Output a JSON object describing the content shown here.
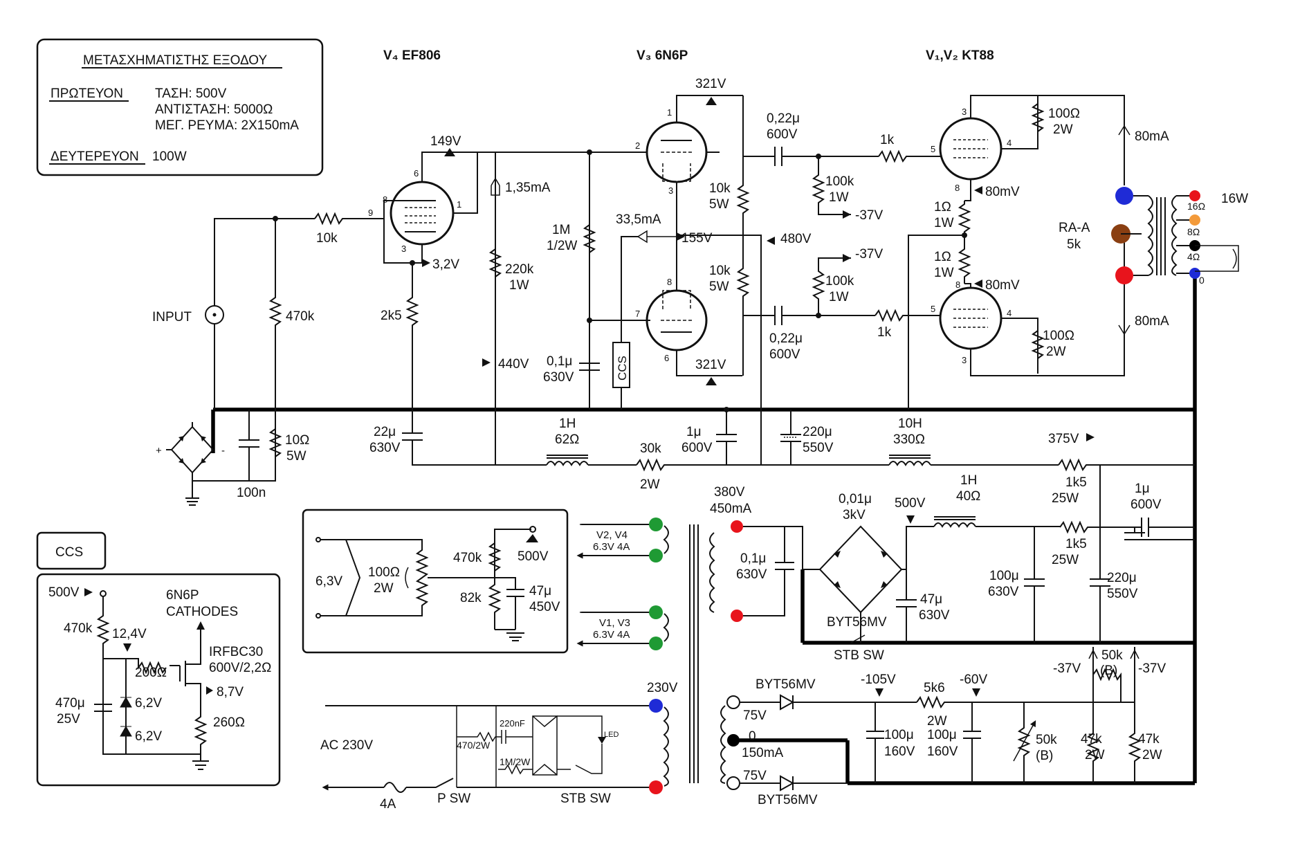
{
  "colors": {
    "blue": "#1f2bd6",
    "red": "#e8141c",
    "brown": "#8a3f12",
    "orange": "#f39a3a",
    "green": "#1f9a34",
    "black": "#000000"
  },
  "info_box": {
    "title": "ΜΕΤΑΣΧΗΜΑΤΙΣΤΗΣ ΕΞΟΔΟΥ",
    "primary_label": "ΠΡΩΤΕΥΟΝ",
    "voltage": "ΤΑΣΗ: 500V",
    "resistance": "ΑΝΤΙΣΤΑΣΗ: 5000Ω",
    "max_current": "ΜΕΓ. ΡΕΥΜΑ: 2Χ150mA",
    "secondary_label": "ΔΕΥΤΕΡΕΥΟΝ",
    "secondary_value": "100W"
  },
  "tubes": {
    "v4": {
      "label": "V₄  EF806"
    },
    "v3": {
      "label": "V₃  6N6P"
    },
    "v12": {
      "label": "V₁,V₂  KT88"
    }
  },
  "input": {
    "label": "INPUT",
    "r10k": "10k",
    "r470k": "470k",
    "r2k5": "2k5",
    "v149": "149V",
    "v32": "3,2V",
    "r10": "10Ω",
    "r10w": "5W",
    "c100n": "100n",
    "c22": "22μ",
    "c22v": "630V"
  },
  "driver": {
    "i135": "1,35mA",
    "r220k": "220k",
    "r220kw": "1W",
    "v440": "440V",
    "r1m": "1M",
    "r1mw": "1/2W",
    "c01": "0,1μ",
    "c01v": "630V",
    "v321t": "321V",
    "v321b": "321V",
    "i335": "33,5mA",
    "v155": "155V",
    "ccs": "CCS",
    "r10ka": "10k",
    "r10kaw": "5W",
    "r10kb": "10k",
    "r10kbw": "5W",
    "v480": "480V"
  },
  "coupling": {
    "c022a": "0,22μ",
    "c022av": "600V",
    "c022b": "0,22μ",
    "c022bv": "600V",
    "r100ka": "100k",
    "r100kaw": "1W",
    "r100kb": "100k",
    "r100kbw": "1W",
    "n37a": "-37V",
    "n37b": "-37V",
    "r1ka": "1k",
    "r1kb": "1k"
  },
  "output": {
    "r100a": "100Ω",
    "r100aw": "2W",
    "r100b": "100Ω",
    "r100bw": "2W",
    "i80a": "80mA",
    "i80b": "80mA",
    "mv80a": "80mV",
    "mv80b": "80mV",
    "r1a": "1Ω",
    "r1aw": "1W",
    "r1b": "1Ω",
    "r1bw": "1W",
    "raa": "RA-A",
    "raa5k": "5k",
    "w16": "16W",
    "t16": "16Ω",
    "t8": "8Ω",
    "t4": "4Ω",
    "t0": "0",
    "pin3a": "3",
    "pin4a": "4",
    "pin5a": "5",
    "pin8a": "8",
    "pin3b": "3",
    "pin4b": "4",
    "pin5b": "5",
    "pin8b": "8"
  },
  "pins": {
    "v4p6": "6",
    "v4p8": "8",
    "v4p9": "9",
    "v4p1": "1",
    "v4p3": "3",
    "v3p1": "1",
    "v3p2": "2",
    "v3p3": "3",
    "v3p6": "6",
    "v3p7": "7",
    "v3p8": "8"
  },
  "filter": {
    "l1h": "1H",
    "l62": "62Ω",
    "r30k": "30k",
    "r30kw": "2W",
    "c1u": "1μ",
    "c1uv": "600V",
    "c220": "220μ",
    "c220v": "550V",
    "l10h": "10H",
    "l330": "330Ω",
    "v375": "375V"
  },
  "ps": {
    "v380": "380V",
    "i450": "450mA",
    "c001": "0,01μ",
    "c001v": "3kV",
    "v500": "500V",
    "l1h": "1H",
    "l40": "40Ω",
    "r1k5a": "1k5",
    "r1k5aw": "25W",
    "r1k5b": "1k5",
    "r1k5bw": "25W",
    "c1u": "1μ",
    "c1uv": "600V",
    "c01": "0,1μ",
    "c01v": "630V",
    "c100": "100μ",
    "c100v": "630V",
    "c220": "220μ",
    "c220v": "550V",
    "c47": "47μ",
    "c47v": "630V",
    "byt": "BYT56MV",
    "stb": "STB SW"
  },
  "bias": {
    "v230": "230V",
    "ac": "AC 230V",
    "fuse": "4A",
    "psw": "P SW",
    "stb": "STB SW",
    "c220nf": "220nF",
    "r470": "470/2W",
    "r1m": "1M/2W",
    "led": "LED",
    "byt1": "BYT56MV",
    "byt2": "BYT56MV",
    "v75a": "75V",
    "v75b": "75V",
    "t0": "0",
    "i150": "150mA",
    "n105": "-105V",
    "r5k6": "5k6",
    "r5k6w": "2W",
    "n60": "-60V",
    "c100a": "100μ",
    "c100av": "160V",
    "c100b": "100μ",
    "c100bv": "160V",
    "p50": "50k",
    "p50b": "(B)",
    "p50k": "50k",
    "p50kb": "(B)",
    "n37a": "-37V",
    "n37b": "-37V",
    "r47ka": "47k",
    "r47kaw": "2W",
    "r47kb": "47k",
    "r47kbw": "2W"
  },
  "heater": {
    "v63": "6,3V",
    "r100": "100Ω",
    "r100w": "2W",
    "r470k": "470k",
    "r82k": "82k",
    "v500": "500V",
    "c47": "47μ",
    "c47v": "450V",
    "v2v4": "V2, V4",
    "v2v4a": "6.3V 4A",
    "v1v3": "V1, V3",
    "v1v3a": "6.3V 4A"
  },
  "ccs_box": {
    "title": "CCS",
    "v500": "500V",
    "r470k": "470k",
    "v124": "12,4V",
    "cathodes1": "6N6P",
    "cathodes2": "CATHODES",
    "r200": "200Ω",
    "fet": "IRFBC30",
    "fet2": "600V/2,2Ω",
    "v87": "8,7V",
    "c470": "470μ",
    "c470v": "25V",
    "z62a": "6,2V",
    "z62b": "6,2V",
    "r260": "260Ω"
  }
}
